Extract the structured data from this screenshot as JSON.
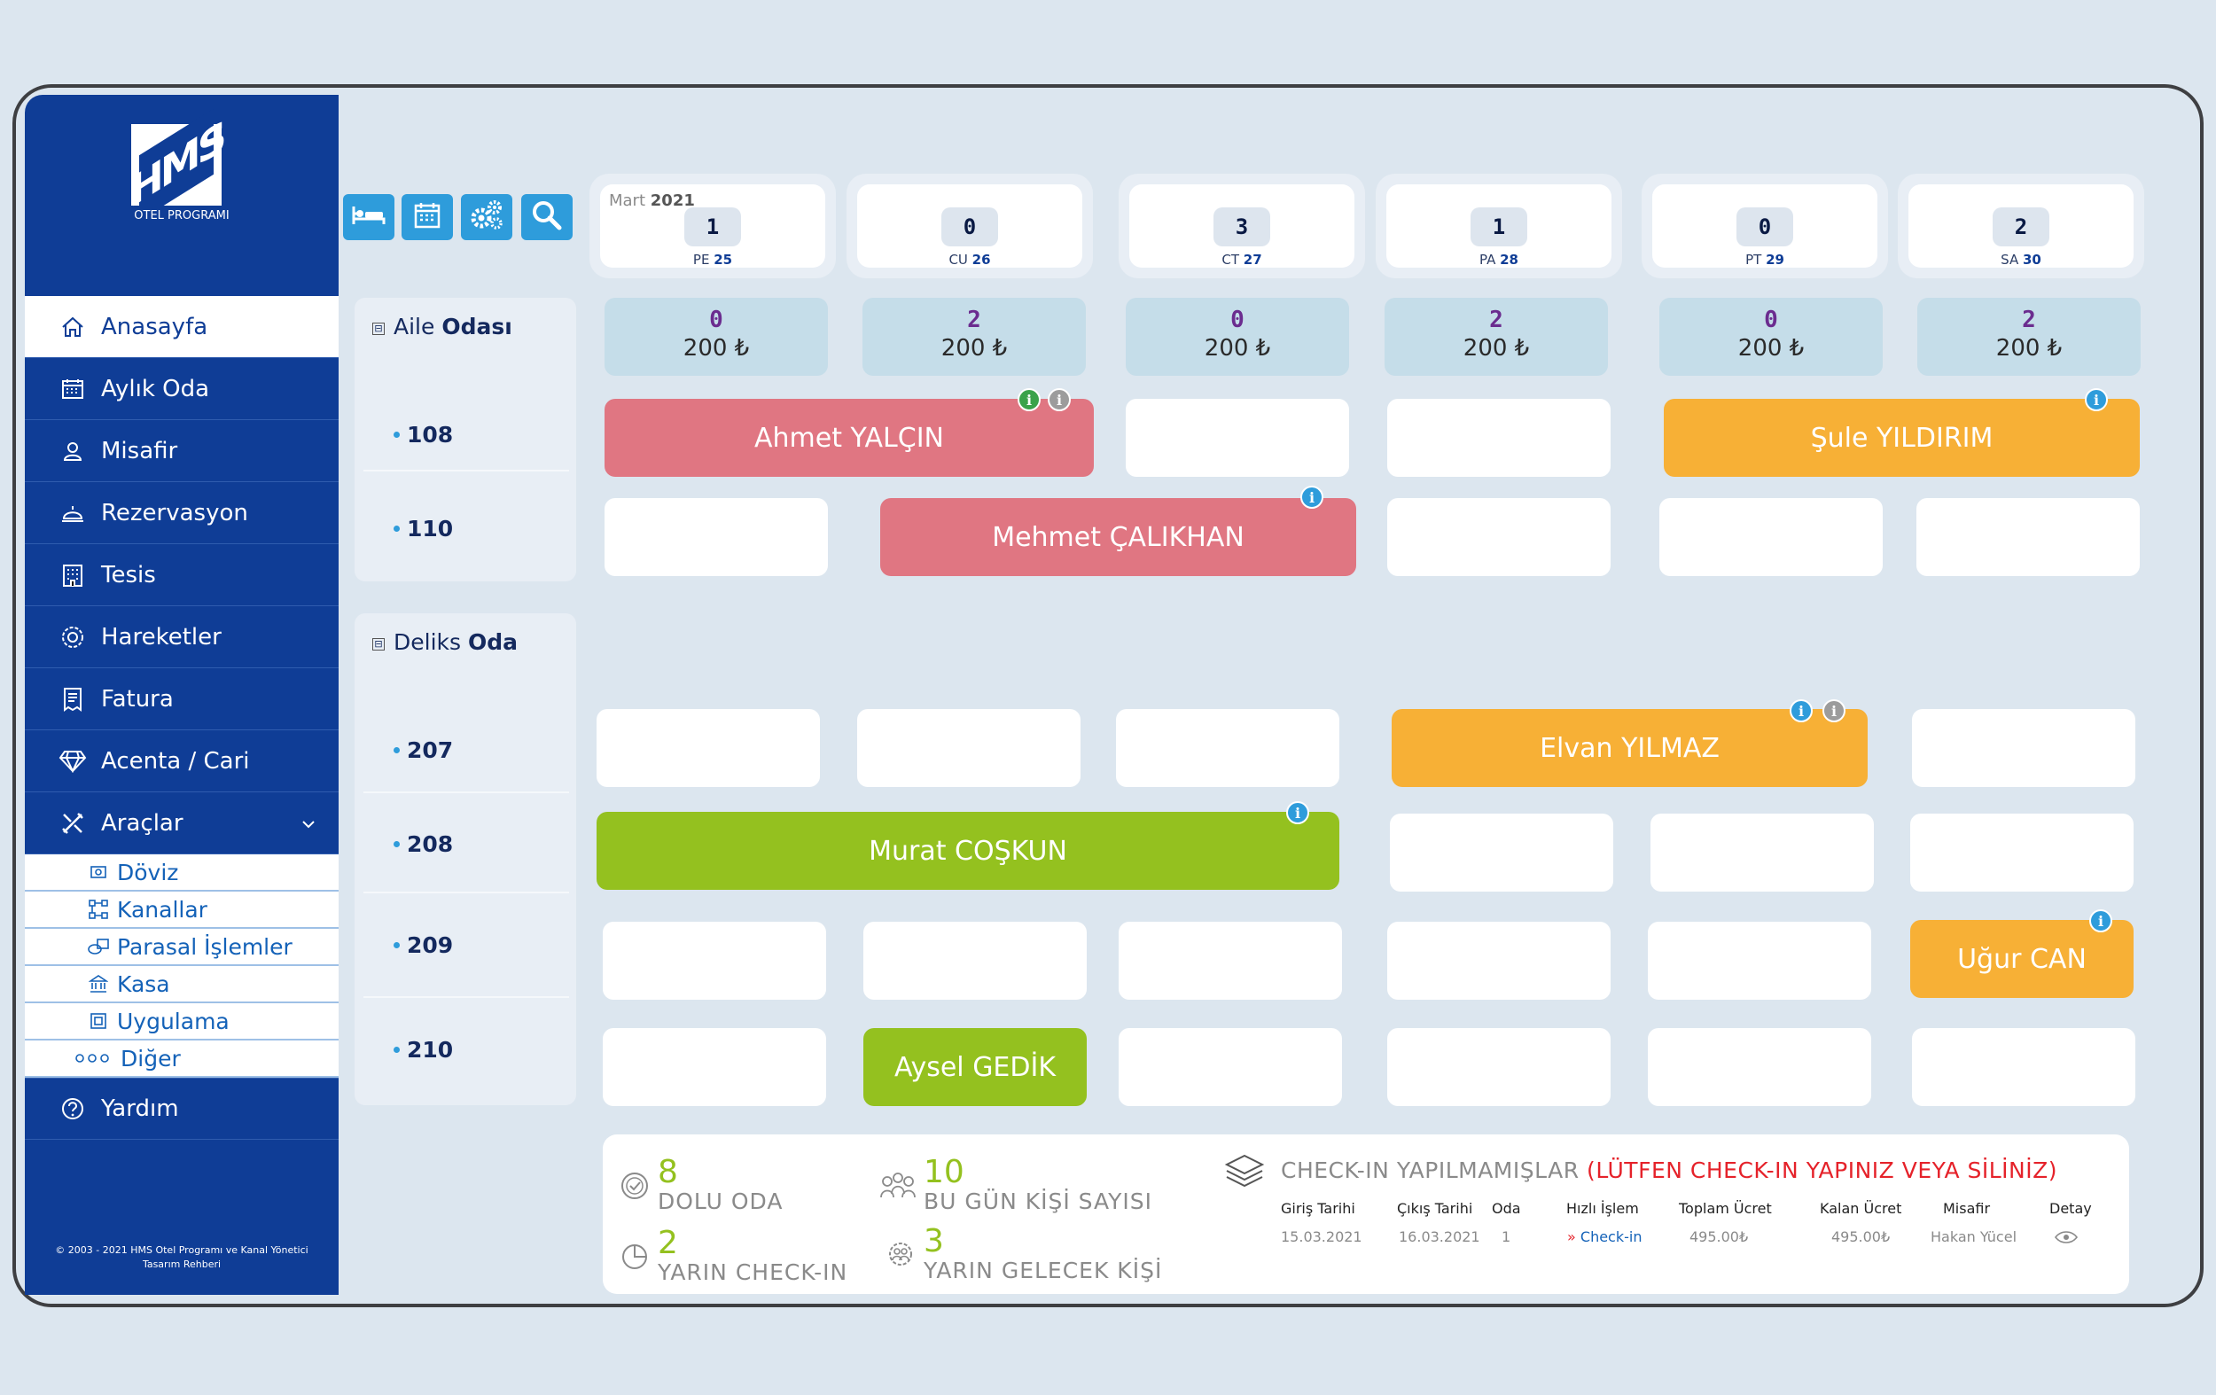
{
  "brand": {
    "logo_text": "HMS",
    "subtitle": "OTEL PROGRAMI",
    "copyright_line1": "© 2003 - 2021 HMS Otel Programı ve Kanal Yönetici",
    "copyright_line2": "Tasarım Rehberi"
  },
  "sidebar": {
    "items": [
      {
        "label": "Anasayfa",
        "icon": "home-icon"
      },
      {
        "label": "Aylık Oda",
        "icon": "calendar-icon"
      },
      {
        "label": "Misafir",
        "icon": "user-icon"
      },
      {
        "label": "Rezervasyon",
        "icon": "bell-icon"
      },
      {
        "label": "Tesis",
        "icon": "building-icon"
      },
      {
        "label": "Hareketler",
        "icon": "movement-icon"
      },
      {
        "label": "Fatura",
        "icon": "invoice-icon"
      },
      {
        "label": "Acenta / Cari",
        "icon": "diamond-icon"
      },
      {
        "label": "Araçlar",
        "icon": "tools-icon"
      }
    ],
    "subitems": [
      {
        "label": "Döviz",
        "icon": "currency-icon"
      },
      {
        "label": "Kanallar",
        "icon": "channels-icon"
      },
      {
        "label": "Parasal İşlemler",
        "icon": "money-icon"
      },
      {
        "label": "Kasa",
        "icon": "bank-icon"
      },
      {
        "label": "Uygulama",
        "icon": "app-icon"
      },
      {
        "label": "Diğer",
        "icon": "more-icon"
      }
    ],
    "help": {
      "label": "Yardım",
      "icon": "help-icon"
    }
  },
  "toolbar": {
    "buttons": [
      "bed-icon",
      "calendar-icon",
      "settings-icon",
      "search-icon"
    ]
  },
  "calendar": {
    "month": "Mart",
    "year": "2021",
    "days": [
      {
        "count": "1",
        "dow": "PE",
        "day": "25"
      },
      {
        "count": "0",
        "dow": "CU",
        "day": "26"
      },
      {
        "count": "3",
        "dow": "CT",
        "day": "27"
      },
      {
        "count": "1",
        "dow": "PA",
        "day": "28"
      },
      {
        "count": "0",
        "dow": "PT",
        "day": "29"
      },
      {
        "count": "2",
        "dow": "SA",
        "day": "30"
      }
    ]
  },
  "groups": [
    {
      "title_prefix": "Aile",
      "title_bold": "Odası",
      "toggle": "⊟"
    },
    {
      "title_prefix": "Deliks",
      "title_bold": "Oda",
      "toggle": "⊟"
    }
  ],
  "rooms": [
    "108",
    "110",
    "207",
    "208",
    "209",
    "210"
  ],
  "prices": [
    {
      "count": "0",
      "price": "200 ₺"
    },
    {
      "count": "2",
      "price": "200 ₺"
    },
    {
      "count": "0",
      "price": "200 ₺"
    },
    {
      "count": "2",
      "price": "200 ₺"
    },
    {
      "count": "0",
      "price": "200 ₺"
    },
    {
      "count": "2",
      "price": "200 ₺"
    }
  ],
  "bookings": [
    {
      "first": "Ahmet",
      "last": "YALÇIN",
      "color": "#e07682"
    },
    {
      "first": "Şule",
      "last": "YILDIRIM",
      "color": "#f7b036"
    },
    {
      "first": "Mehmet",
      "last": "ÇALIKHAN",
      "color": "#e07682"
    },
    {
      "first": "Elvan",
      "last": "YILMAZ",
      "color": "#f7b036"
    },
    {
      "first": "Murat",
      "last": "COŞKUN",
      "color": "#94c11f"
    },
    {
      "first": "Uğur",
      "last": "CAN",
      "color": "#f7b036"
    },
    {
      "first": "Aysel",
      "last": "GEDİK",
      "color": "#94c11f"
    }
  ],
  "info_glyph": "i",
  "summary": {
    "stats": [
      {
        "value": "8",
        "label": "DOLU ODA",
        "icon": "check-circle-icon"
      },
      {
        "value": "10",
        "label": "BU GÜN KİŞİ SAYISI",
        "icon": "people-icon"
      },
      {
        "value": "2",
        "label": "YARIN CHECK-IN",
        "icon": "pie-icon"
      },
      {
        "value": "3",
        "label": "YARIN GELECEK KİŞİ",
        "icon": "guests-icon"
      }
    ],
    "checkin": {
      "title": "CHECK-IN YAPILMAMIŞLAR",
      "open_paren": "(",
      "warning": "LÜTFEN CHECK-IN YAPINIZ VEYA SİLİNİZ",
      "close_paren": ")",
      "headers": [
        "Giriş Tarihi",
        "Çıkış Tarihi",
        "Oda",
        "Hızlı İşlem",
        "Toplam Ücret",
        "Kalan Ücret",
        "Misafir",
        "Detay"
      ],
      "row": {
        "checkin_date": "15.03.2021",
        "checkout_date": "16.03.2021",
        "room": "1",
        "action_arrow": "»",
        "action": "Check-in",
        "total": "495.00₺",
        "remaining": "495.00₺",
        "guest": "Hakan Yücel"
      }
    }
  }
}
